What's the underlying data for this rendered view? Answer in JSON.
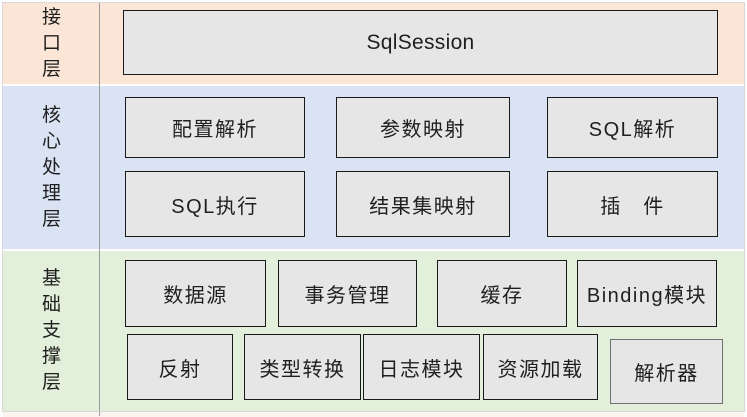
{
  "colors": {
    "interface-bg": "#fbe5d6",
    "core-bg": "#dae3f3",
    "foundation-bg": "#e2efda",
    "box-bg": "#e7e6e6",
    "box-border": "#1a1a1a",
    "parser-box-border": "#707070",
    "grid-line": "#9b9b9b",
    "text": "#1f1f1f"
  },
  "layers": [
    {
      "id": "interface",
      "label": "接口层",
      "rows": [
        {
          "boxes": [
            {
              "label": "SqlSession"
            }
          ]
        }
      ]
    },
    {
      "id": "core-processing",
      "label": "核心处理层",
      "rows": [
        {
          "boxes": [
            {
              "label": "配置解析"
            },
            {
              "label": "参数映射"
            },
            {
              "label": "SQL解析"
            }
          ]
        },
        {
          "boxes": [
            {
              "label": "SQL执行"
            },
            {
              "label": "结果集映射"
            },
            {
              "label": "插　件"
            }
          ]
        }
      ]
    },
    {
      "id": "foundation-support",
      "label": "基础支撑层",
      "rows": [
        {
          "boxes": [
            {
              "label": "数据源"
            },
            {
              "label": "事务管理"
            },
            {
              "label": "缓存"
            },
            {
              "label": "Binding模块"
            }
          ]
        },
        {
          "boxes": [
            {
              "label": "反射"
            },
            {
              "label": "类型转换"
            },
            {
              "label": "日志模块"
            },
            {
              "label": "资源加载"
            },
            {
              "label": "解析器"
            }
          ]
        }
      ]
    }
  ]
}
